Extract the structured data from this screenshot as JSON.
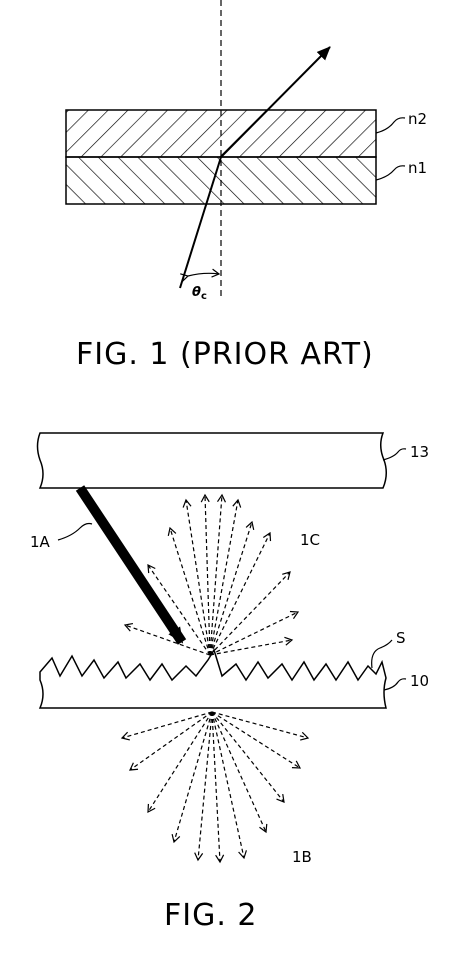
{
  "figure1": {
    "caption": "FIG. 1 (PRIOR ART)",
    "layer_upper_label": "n2",
    "layer_lower_label": "n1",
    "angle_label": "θ",
    "angle_subscript": "c"
  },
  "figure2": {
    "caption": "FIG. 2",
    "top_plate_label": "13",
    "substrate_label": "10",
    "surface_label": "S",
    "incident_beam_label": "1A",
    "reflected_label": "1C",
    "transmitted_label": "1B"
  },
  "colors": {
    "ink": "#000000",
    "background": "#ffffff"
  }
}
